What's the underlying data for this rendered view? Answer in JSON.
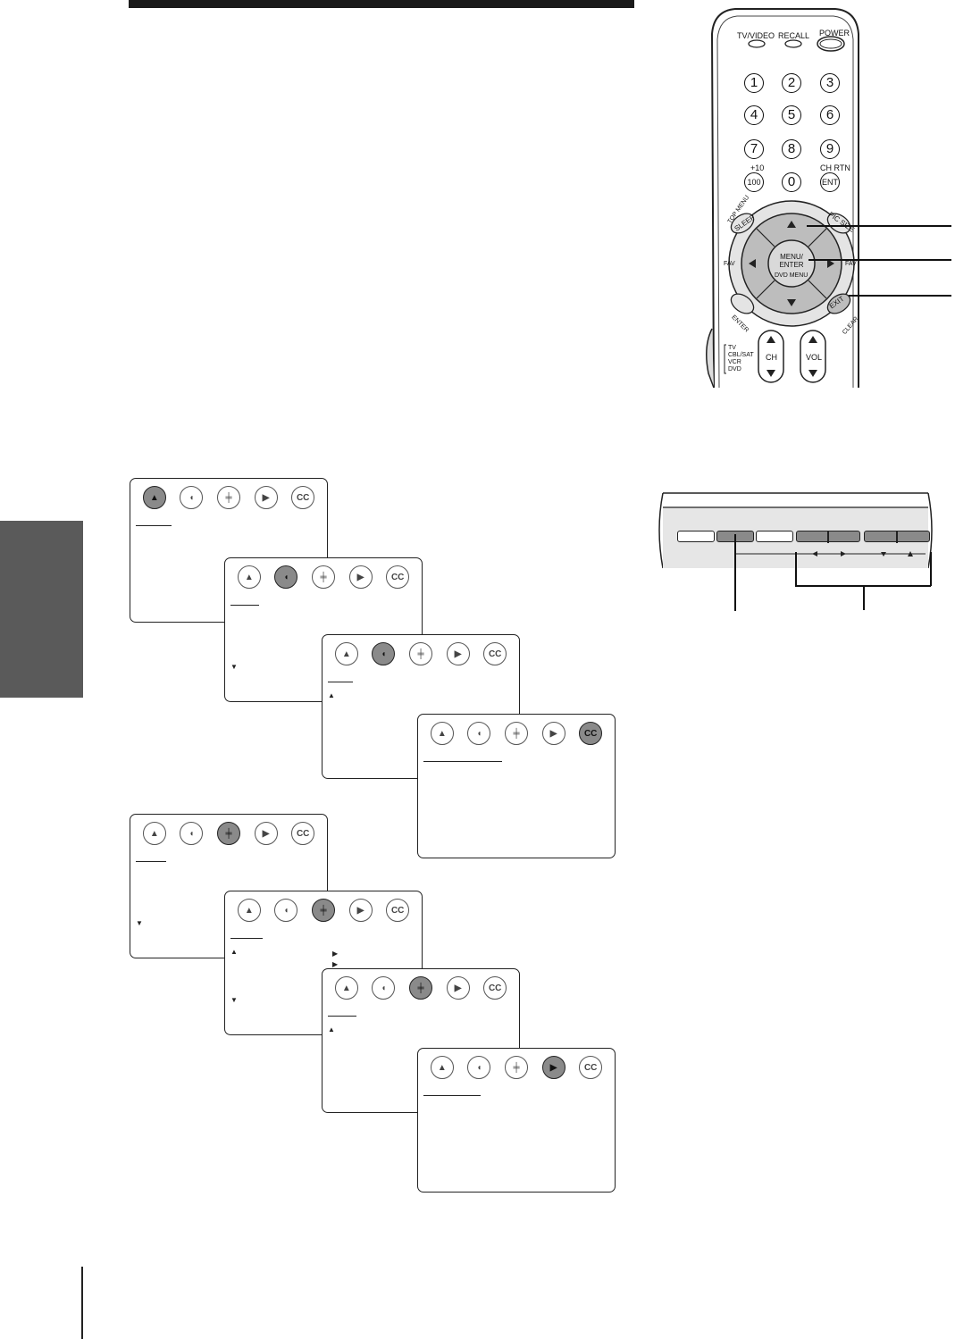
{
  "remote": {
    "top_labels": [
      "TV/VIDEO",
      "RECALL",
      "POWER"
    ],
    "digits": [
      "1",
      "2",
      "3",
      "4",
      "5",
      "6",
      "7",
      "8",
      "9",
      "100",
      "0",
      "ENT"
    ],
    "plus10_label": "+10",
    "chrtn_label": "CH RTN",
    "topmenu_label": "TOP MENU",
    "sleep_label": "SLEEP",
    "picsize_label": "PIC SIZE",
    "menu_enter_label": "MENU/ ENTER",
    "dvd_menu_label": "DVD MENU",
    "fav_left_label": "FAV",
    "fav_right_label": "FAV",
    "enter_label": "ENTER",
    "exit_label": "EXIT",
    "clear_label": "CLEAR",
    "mode_labels": [
      "TV",
      "CBL/SAT",
      "VCR",
      "DVD"
    ],
    "ch_label": "CH",
    "vol_label": "VOL"
  },
  "menu_icons": [
    "picture-icon",
    "audio-icon",
    "setup-icon",
    "preference-icon",
    "closed-caption-icon"
  ],
  "cc_text": "CC",
  "screens": [
    {
      "name": "menu-screen-picture",
      "selected": 0,
      "arrows": []
    },
    {
      "name": "menu-screen-audio-page1",
      "selected": 1,
      "arrows": [
        "down"
      ]
    },
    {
      "name": "menu-screen-audio-page2",
      "selected": 1,
      "arrows": [
        "up"
      ]
    },
    {
      "name": "menu-screen-closed-caption",
      "selected": 4,
      "arrows": []
    },
    {
      "name": "menu-screen-setup-page1",
      "selected": 2,
      "arrows": [
        "down"
      ]
    },
    {
      "name": "menu-screen-setup-page2",
      "selected": 2,
      "arrows": [
        "up",
        "right",
        "right",
        "down"
      ]
    },
    {
      "name": "menu-screen-setup-page3",
      "selected": 2,
      "arrows": [
        "up"
      ]
    },
    {
      "name": "menu-screen-preference",
      "selected": 3,
      "arrows": []
    }
  ],
  "colors": {
    "selected_icon": "#8a8a8a",
    "side_tab": "#5a5a5a",
    "panel_fill": "#e6e6e6"
  }
}
